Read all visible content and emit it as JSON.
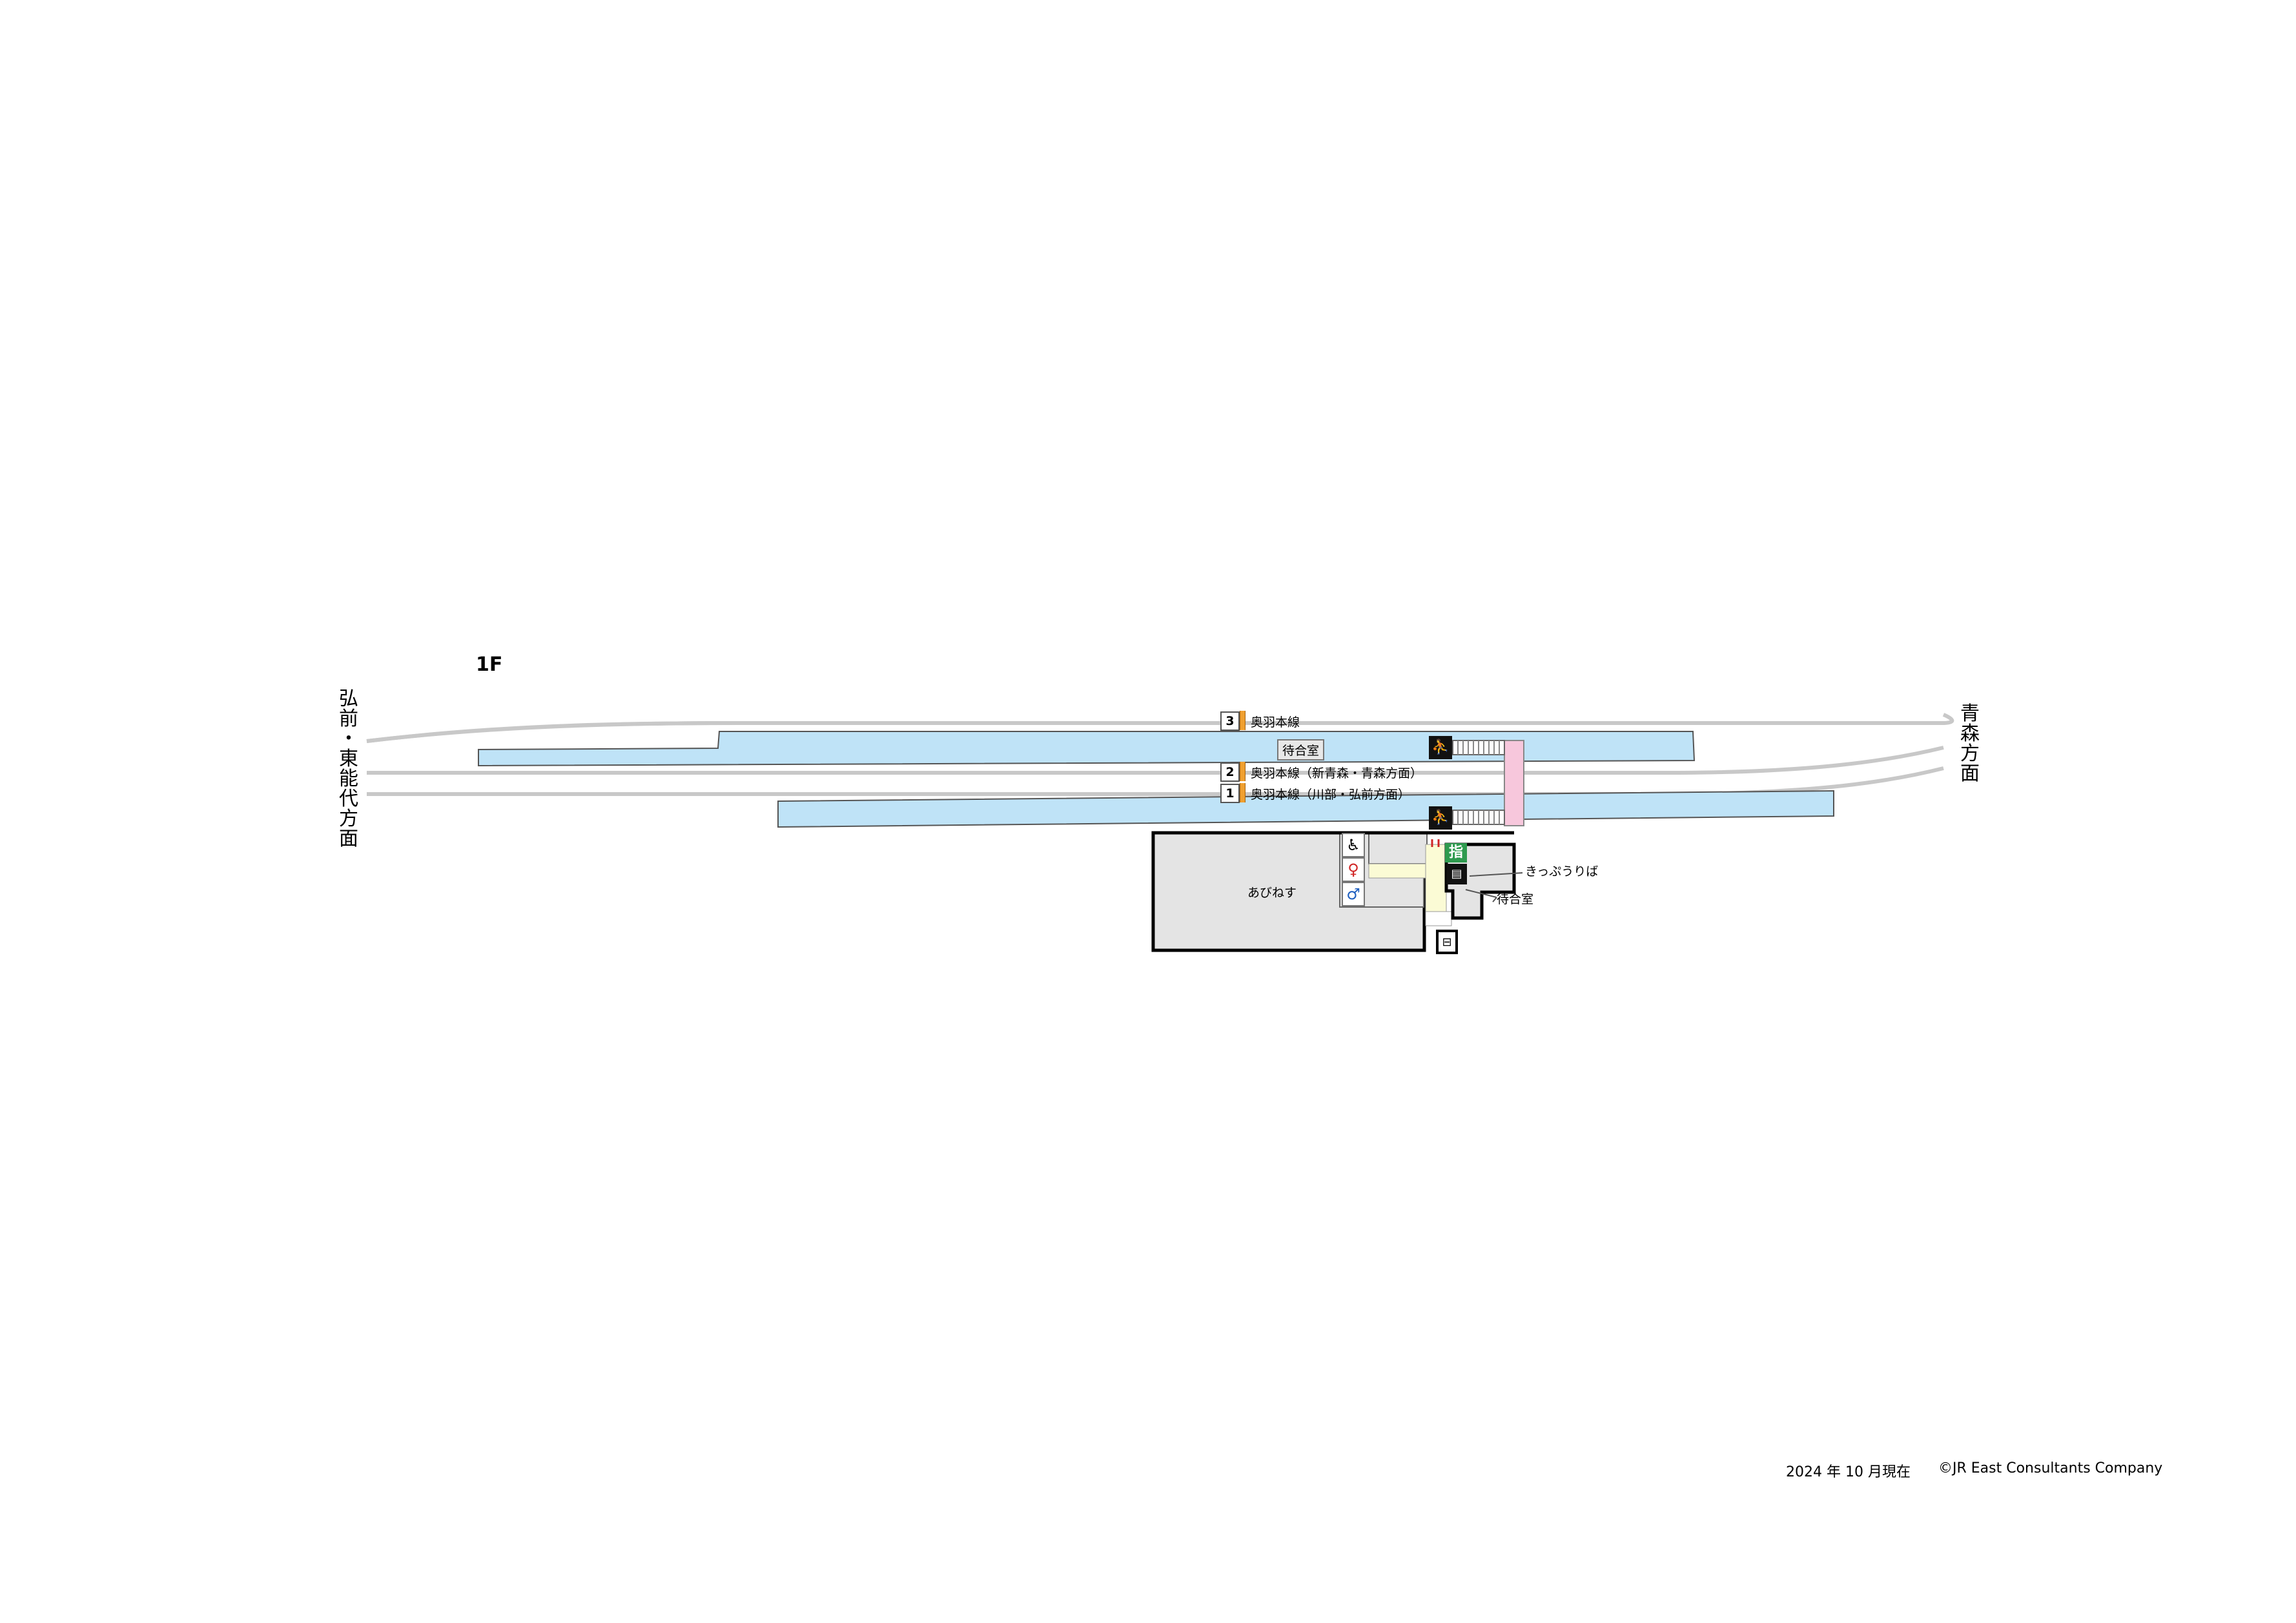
{
  "floor_label": "1F",
  "directions": {
    "west": [
      "弘",
      "前",
      "・",
      "東",
      "能",
      "代",
      "方",
      "面"
    ],
    "east": [
      "青",
      "森",
      "方",
      "面"
    ]
  },
  "tracks": [
    {
      "number": "3",
      "line": "奥羽本線"
    },
    {
      "number": "2",
      "line": "奥羽本線（新青森・青森方面）"
    },
    {
      "number": "1",
      "line": "奥羽本線（川部・弘前方面）"
    }
  ],
  "platform_waiting_room": "待合室",
  "station_building": {
    "shop": "あびねす",
    "ticket_office": "きっぷうりば",
    "waiting_room": "待合室",
    "reserved_seat_icon": "指"
  },
  "icons": {
    "stairs_upper": "stairs-icon",
    "stairs_lower": "stairs-icon",
    "accessible_toilet": "wheelchair-icon",
    "womens_toilet": "woman-icon",
    "mens_toilet": "man-icon",
    "ticket_machine": "ticket-machine-icon",
    "coin_locker": "locker-icon",
    "ticket_gate": "ticket-gate-icon"
  },
  "colors": {
    "platform": "#bfe3f7",
    "building": "#e4e4e4",
    "concourse": "#fbfbd5",
    "footbridge": "#f7c7dc",
    "track": "#c8c8c8",
    "track_orange": "#f0a030",
    "mens": "#1f5fbf",
    "womens": "#d02525"
  },
  "footer": {
    "date": "2024 年 10 月現在",
    "copyright": "©JR East Consultants Company"
  }
}
